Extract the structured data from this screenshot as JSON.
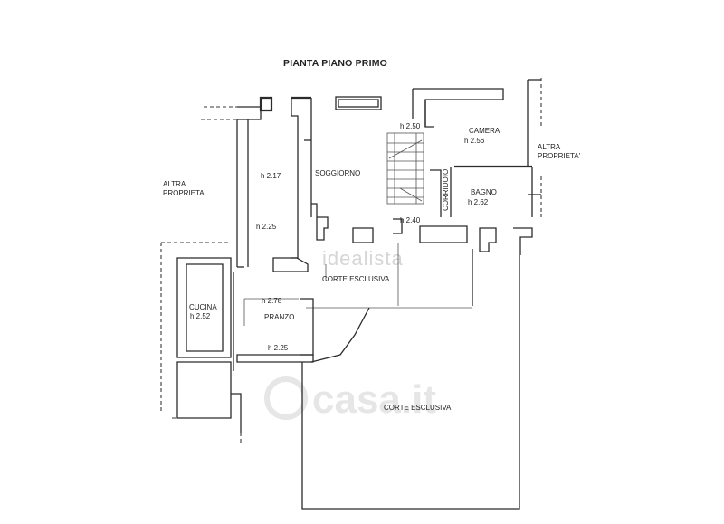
{
  "title": "PIANTA PIANO PRIMO",
  "rooms": {
    "altra_proprieta_left": "ALTRA\nPROPRIETA'",
    "altra_proprieta_right": "ALTRA\nPROPRIETA'",
    "h_217": "h 2.17",
    "soggiorno": "SOGGIORNO",
    "h_250": "h 2.50",
    "camera": "CAMERA",
    "camera_h": "h 2.56",
    "corridoio": "CORRIDOIO",
    "bagno": "BAGNO",
    "bagno_h": "h 2.62",
    "h_225_top": "h 2.25",
    "h_240": "h 2.40",
    "corte_esclusiva_1": "CORTE ESCLUSIVA",
    "cucina": "CUCINA",
    "cucina_h": "h 2.52",
    "h_278": "h 2.78",
    "pranzo": "PRANZO",
    "h_225_bottom": "h 2.25",
    "corte_esclusiva_2": "CORTE ESCLUSIVA"
  },
  "watermarks": {
    "idealista": "idealista",
    "casa": "casa.it"
  }
}
